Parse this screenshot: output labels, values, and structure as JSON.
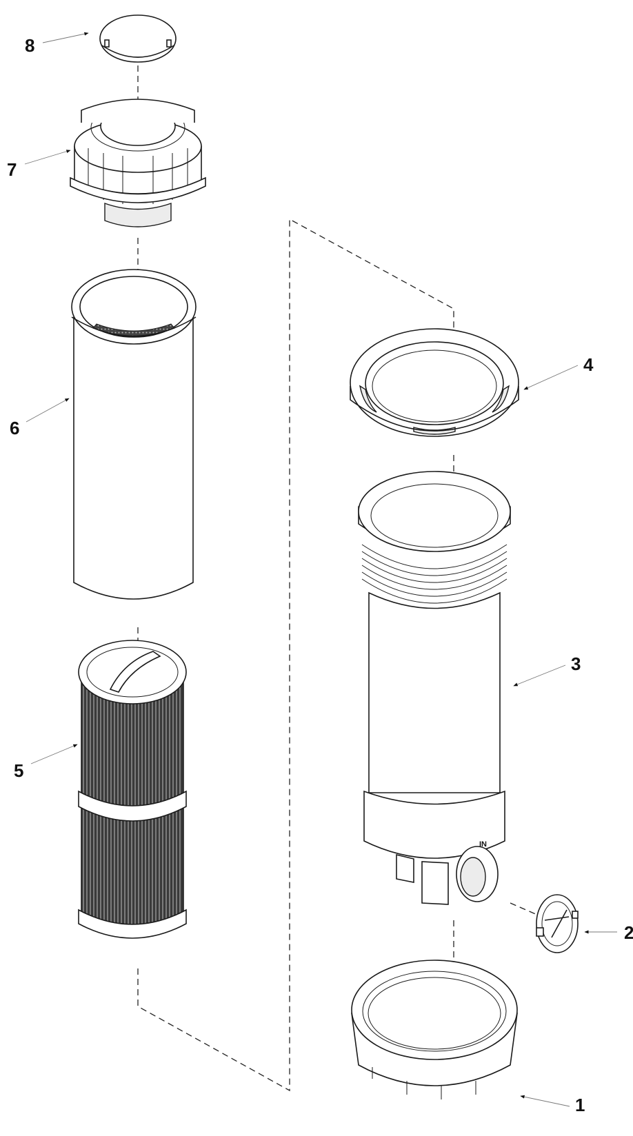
{
  "diagram": {
    "callouts": [
      "1",
      "2",
      "3",
      "4",
      "5",
      "6",
      "7",
      "8"
    ],
    "housing_marking": "IN"
  }
}
